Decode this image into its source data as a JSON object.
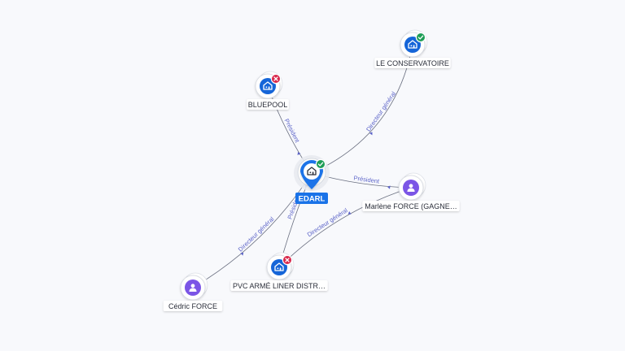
{
  "graph": {
    "center": {
      "id": "edarl",
      "label": "EDARL",
      "type": "company",
      "status": "active"
    },
    "nodes": [
      {
        "id": "le-conservatoire",
        "label": "LE CONSERVATOIRE",
        "type": "company",
        "status": "active"
      },
      {
        "id": "bluepool",
        "label": "BLUEPOOL",
        "type": "company",
        "status": "closed"
      },
      {
        "id": "marlene-force",
        "label": "Marlène FORCE (GAGNE…",
        "type": "person",
        "status": "none"
      },
      {
        "id": "pvc-arme-liner",
        "label": "PVC ARMÉ LINER DISTR…",
        "type": "company",
        "status": "closed"
      },
      {
        "id": "cedric-force",
        "label": "Cédric FORCE",
        "type": "person",
        "status": "none"
      }
    ],
    "edges": [
      {
        "id": "e1",
        "from": "edarl",
        "to": "le-conservatoire",
        "label": "Directeur général"
      },
      {
        "id": "e2",
        "from": "edarl",
        "to": "bluepool",
        "label": "Président"
      },
      {
        "id": "e3",
        "from": "marlene-force",
        "to": "edarl",
        "label": "Président"
      },
      {
        "id": "e4",
        "from": "edarl",
        "to": "pvc-arme-liner",
        "label": "Président"
      },
      {
        "id": "e5",
        "from": "marlene-force",
        "to": "pvc-arme-liner",
        "label": "Directeur général"
      },
      {
        "id": "e6",
        "from": "cedric-force",
        "to": "edarl",
        "label": "Directeur général"
      }
    ]
  },
  "colors": {
    "company_node": "#1565d8",
    "person_node": "#7b55e6",
    "center_node": "#1a73e8",
    "status_active": "#1f9e57",
    "status_closed": "#d8264a",
    "edge": "#6a6f80",
    "edge_label": "#5b63c8"
  },
  "icons": {
    "company": "building-icon",
    "person": "person-icon",
    "status_active": "check-icon",
    "status_closed": "cross-icon"
  }
}
